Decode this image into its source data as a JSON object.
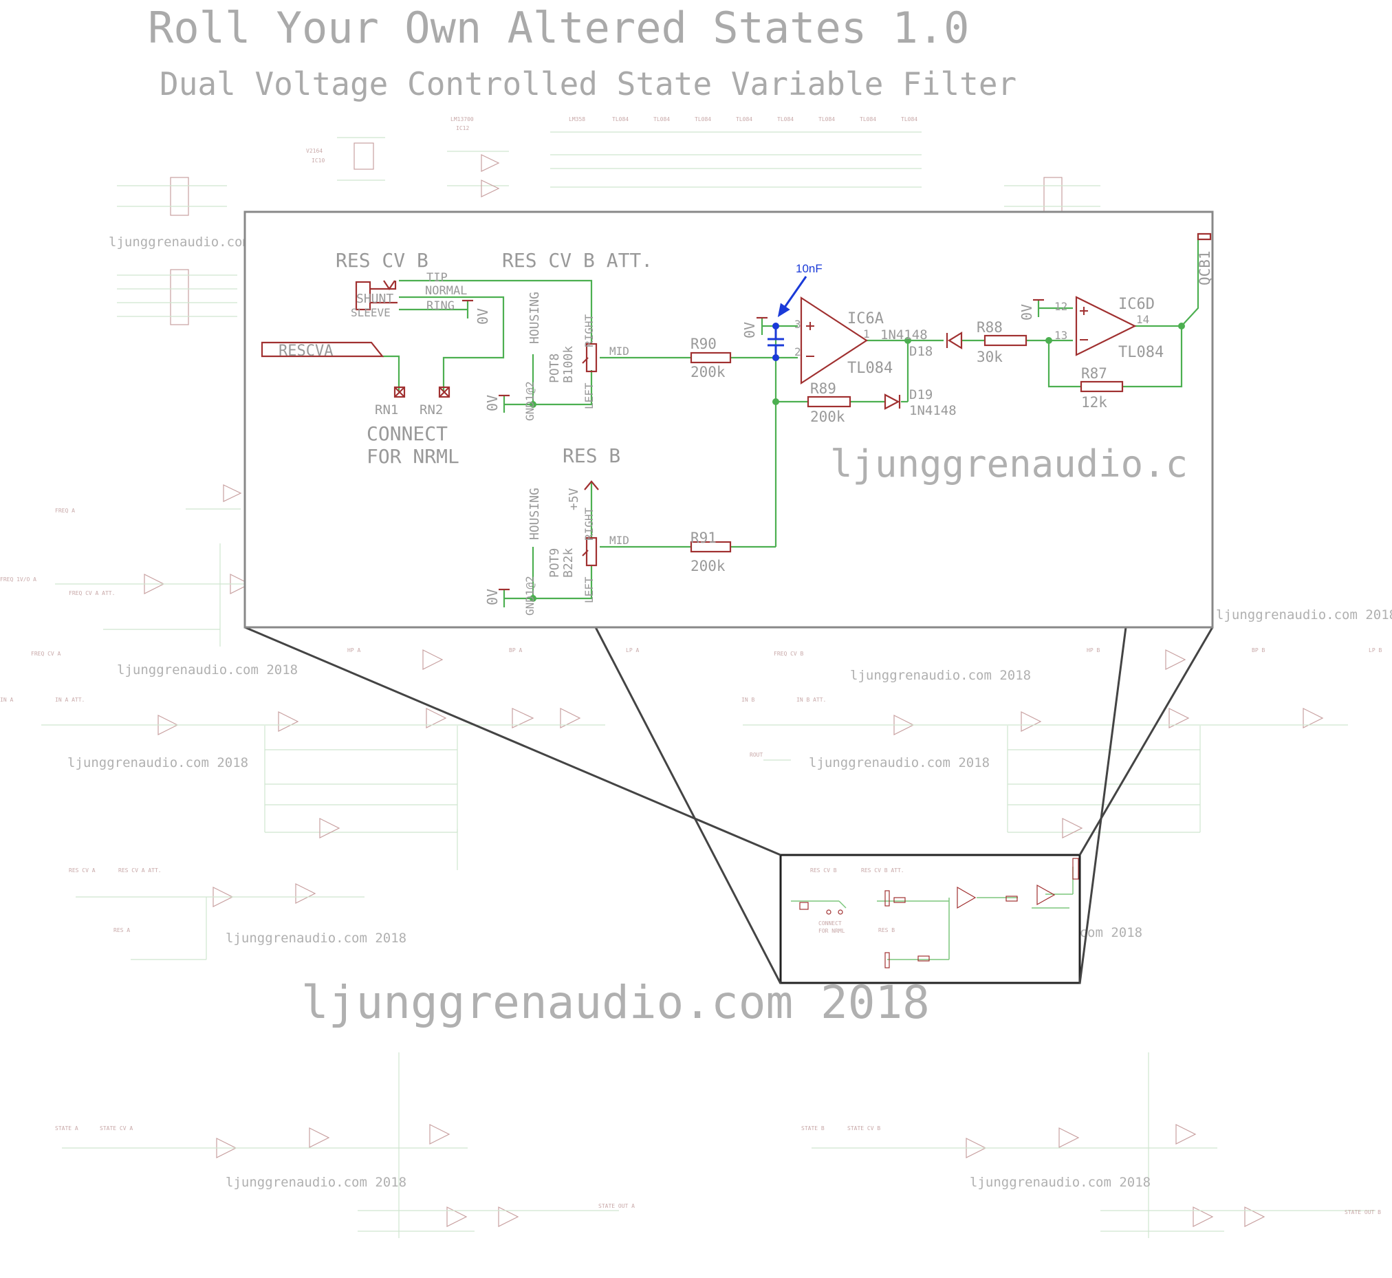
{
  "title": "Roll Your Own  Altered States 1.0",
  "subtitle": "Dual Voltage Controlled State Variable Filter",
  "watermark_small": "ljunggrenaudio.com 2018",
  "watermark_big": "ljunggrenaudio.com 2018",
  "watermark_zoom": "ljunggrenaudio.c",
  "colors": {
    "wire": "#4caf50",
    "part": "#a03030",
    "text": "#999999",
    "note": "#1a3ad8"
  },
  "power": {
    "v2164": "V2164",
    "ic10": "IC10",
    "lm13700": "LM13700",
    "ic12": "IC12",
    "ics": [
      "TL084",
      "TL084",
      "TL084",
      "TL084",
      "TL084",
      "TL084",
      "TL084",
      "TL084"
    ],
    "lm358": "LM358"
  },
  "bg_labels": {
    "freq_a": "FREQ A",
    "freq_1voa": "FREQ 1V/O A",
    "freq_cv_a_att": "FREQ CV A ATT.",
    "freq_cv_a": "FREQ CV A",
    "in_a": "IN A",
    "in_a_att": "IN A ATT.",
    "hp_a": "HP A",
    "bp_a": "BP A",
    "lp_a": "LP A",
    "freq_cv_b": "FREQ CV B",
    "in_b": "IN B",
    "in_b_att": "IN B ATT.",
    "hp_b": "HP B",
    "bp_b": "BP B",
    "lp_b": "LP B",
    "res_cv_a": "RES CV A",
    "res_cv_a_att": "RES CV A ATT.",
    "res_a": "RES A",
    "state_a": "STATE A",
    "state_cv_a": "STATE CV A",
    "state_out_a": "STATE OUT A",
    "state_b": "STATE B",
    "state_cv_b": "STATE CV B",
    "state_out_b": "STATE OUT B",
    "rout": "ROUT"
  },
  "zoom": {
    "res_cv_b": "RES CV B",
    "res_cv_b_att": "RES CV B ATT.",
    "tip": "TIP",
    "normal": "NORMAL",
    "ring": "RING",
    "shunt": "SHUNT",
    "sleeve": "SLEEVE",
    "zero_v": "0V",
    "rescva": "RESCVA",
    "rn1": "RN1",
    "rn2": "RN2",
    "connect": "CONNECT",
    "for_nrml": "FOR NRML",
    "housing": "HOUSING",
    "pot8": "POT8",
    "b100k": "B100k",
    "left": "LEFT",
    "right": "RIGHT",
    "mid": "MID",
    "gnd": "GND1@2",
    "r90": "R90",
    "r90v": "200k",
    "r89": "R89",
    "r89v": "200k",
    "r91": "R91",
    "r91v": "200k",
    "r88": "R88",
    "r88v": "30k",
    "r87": "R87",
    "r87v": "12k",
    "ic6a": "IC6A",
    "ic6d": "IC6D",
    "tl084": "TL084",
    "d18": "D18",
    "d19": "D19",
    "diode": "1N4148",
    "pin3": "3",
    "pin2": "2",
    "pin1": "1",
    "pin12": "12",
    "pin13": "13",
    "pin14": "14",
    "res_b": "RES B",
    "pot9": "POT9",
    "b22k": "B22k",
    "plus5v": "+5V",
    "qcb1": "QCB1",
    "note": "10nF"
  }
}
